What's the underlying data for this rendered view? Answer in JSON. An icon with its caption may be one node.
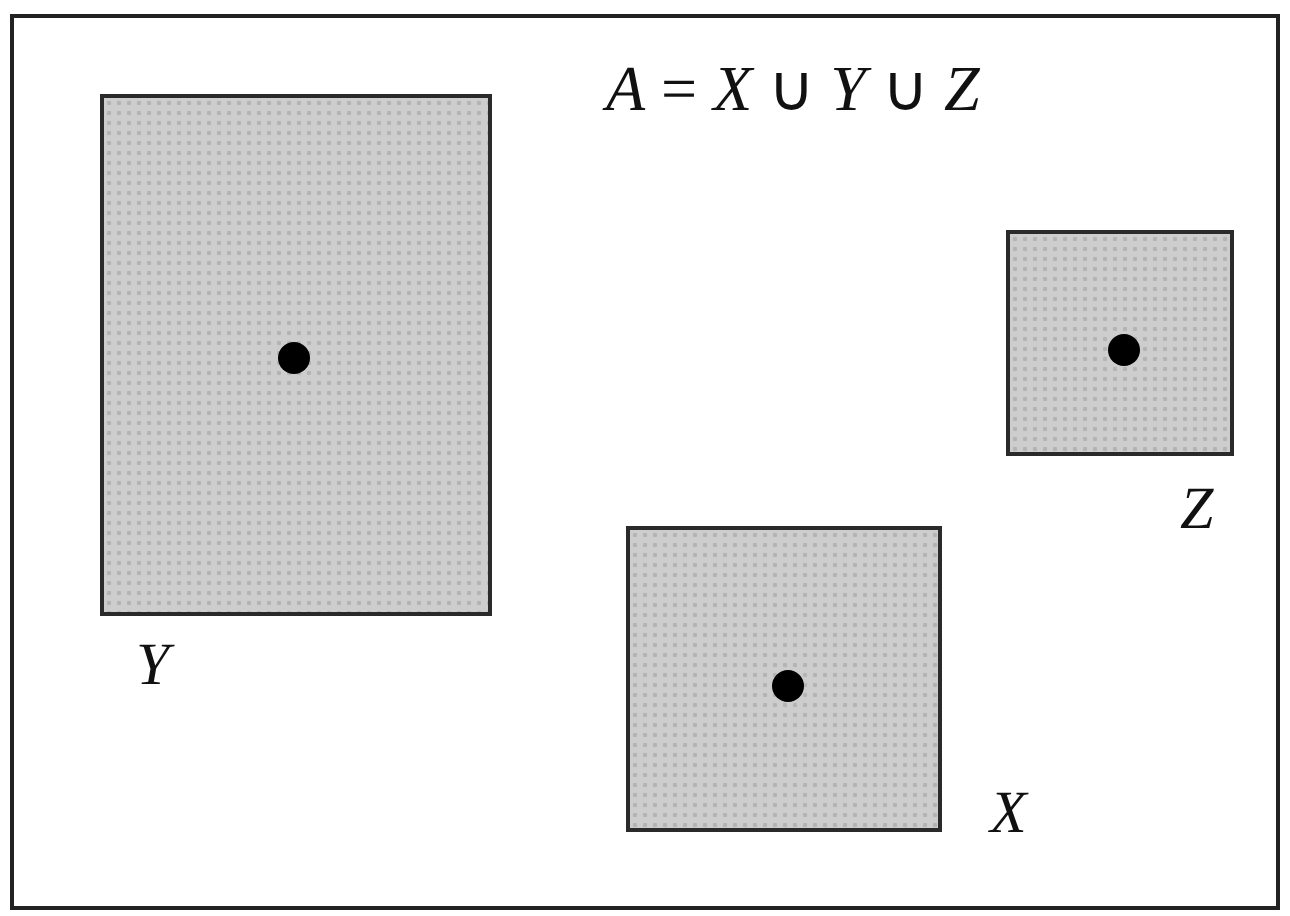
{
  "diagram": {
    "nodes": [
      {
        "text": [],
        "shape": "box",
        "beside": [
          "Y"
        ]
      },
      {
        "text": [],
        "shape": "box",
        "beside": [
          "Z"
        ]
      },
      {
        "text": [],
        "shape": "box",
        "beside": [
          "X"
        ]
      }
    ],
    "labels": [
      "*A* = *X* ∪ *Y* ∪ *Z*"
    ]
  }
}
